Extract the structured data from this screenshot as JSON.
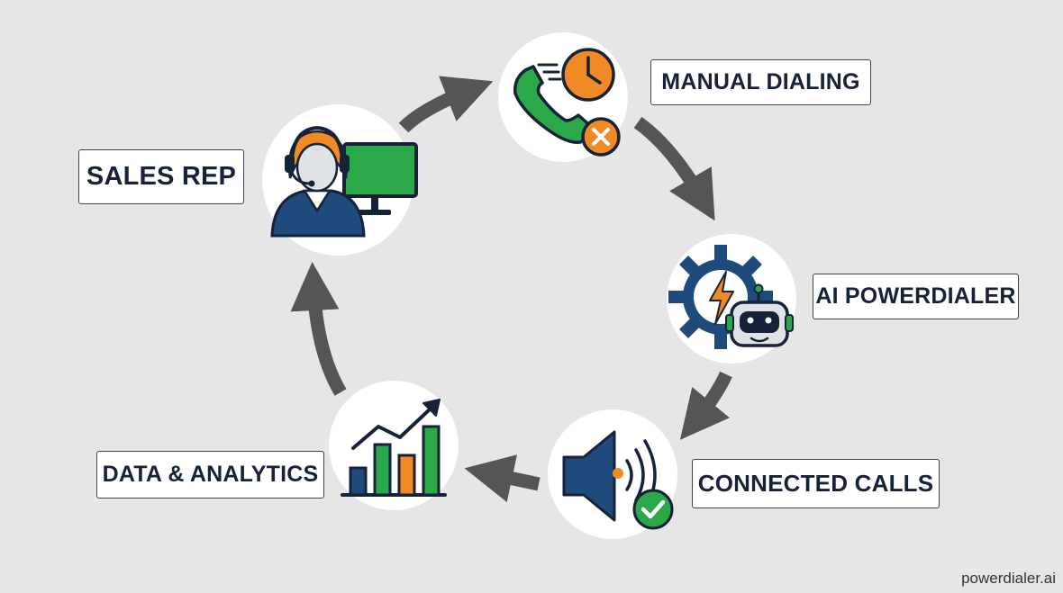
{
  "nodes": [
    {
      "id": "sales",
      "label": "SALES REP",
      "icon": "headset-agent-monitor-icon"
    },
    {
      "id": "manual",
      "label": "MANUAL DIALING",
      "icon": "phone-clock-cancel-icon"
    },
    {
      "id": "ai",
      "label": "AI POWERDIALER",
      "icon": "gear-bolt-robot-icon"
    },
    {
      "id": "connected",
      "label": "CONNECTED CALLS",
      "icon": "speaker-check-icon"
    },
    {
      "id": "data",
      "label": "DATA & ANALYTICS",
      "icon": "bar-chart-trend-icon"
    }
  ],
  "edges": [
    {
      "from": "sales",
      "to": "manual"
    },
    {
      "from": "manual",
      "to": "ai"
    },
    {
      "from": "ai",
      "to": "connected"
    },
    {
      "from": "connected",
      "to": "data"
    },
    {
      "from": "data",
      "to": "sales"
    }
  ],
  "watermark": "powerdialer.ai",
  "colors": {
    "background": "#e6e6e6",
    "arrow": "#555555",
    "navy": "#1f4a7c",
    "green": "#2aa84a",
    "orange": "#f08a24",
    "dark": "#152238"
  }
}
